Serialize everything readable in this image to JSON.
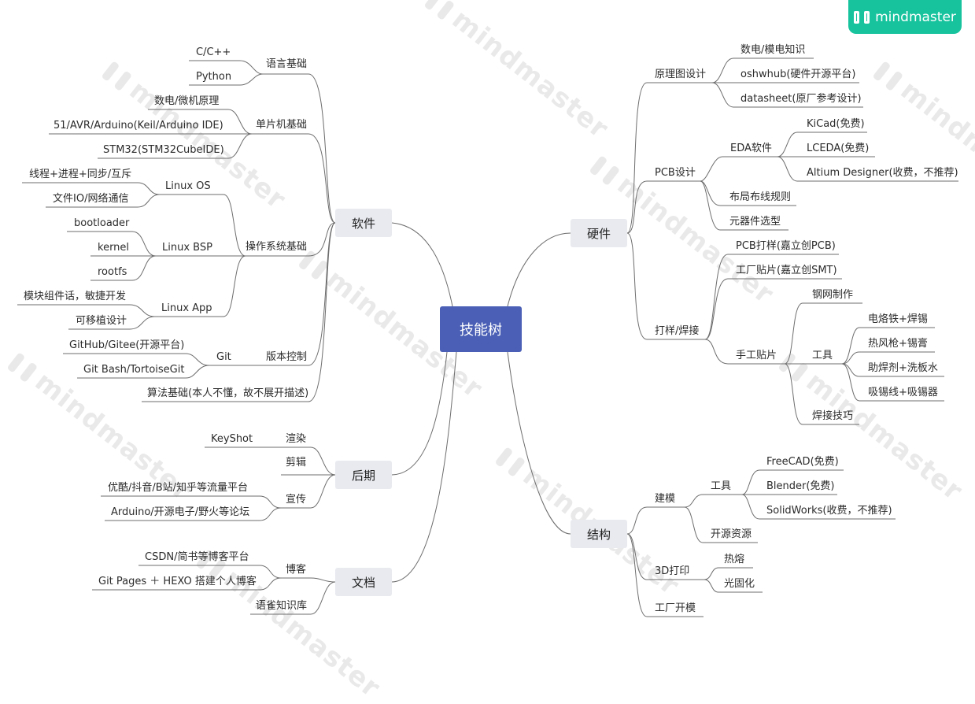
{
  "brand": {
    "name": "mindmaster",
    "accent": "#17c39d"
  },
  "watermark": "mindmaster",
  "root": {
    "label": "技能树",
    "color": "#4a5fb5"
  },
  "branches": {
    "software": {
      "label": "软件",
      "lang": {
        "label": "语言基础",
        "items": [
          "C/C++",
          "Python"
        ]
      },
      "mcu": {
        "label": "单片机基础",
        "items": [
          "数电/微机原理",
          "51/AVR/Arduino(Keil/Arduino IDE)",
          "STM32(STM32CubeIDE)"
        ]
      },
      "os": {
        "label": "操作系统基础",
        "linux_os": {
          "label": "Linux OS",
          "items": [
            "线程+进程+同步/互斥",
            "文件IO/网络通信"
          ]
        },
        "linux_bsp": {
          "label": "Linux BSP",
          "items": [
            "bootloader",
            "kernel",
            "rootfs"
          ]
        },
        "linux_app": {
          "label": "Linux App",
          "items": [
            "模块组件话，敏捷开发",
            "可移植设计"
          ]
        }
      },
      "vcs": {
        "label": "版本控制",
        "git": {
          "label": "Git",
          "items": [
            "GitHub/Gitee(开源平台)",
            "Git Bash/TortoiseGit"
          ]
        }
      },
      "algo": "算法基础(本人不懂，故不展开描述)"
    },
    "post": {
      "label": "后期",
      "render": {
        "label": "渲染",
        "items": [
          "KeyShot"
        ]
      },
      "edit": "剪辑",
      "promo": {
        "label": "宣传",
        "items": [
          "优酷/抖音/B站/知乎等流量平台",
          "Arduino/开源电子/野火等论坛"
        ]
      }
    },
    "docs": {
      "label": "文档",
      "blog": {
        "label": "博客",
        "items": [
          "CSDN/简书等博客平台",
          "Git Pages ＋ HEXO 搭建个人博客"
        ]
      },
      "yuque": "语雀知识库"
    },
    "hardware": {
      "label": "硬件",
      "schematic": {
        "label": "原理图设计",
        "items": [
          "数电/模电知识",
          "oshwhub(硬件开源平台)",
          "datasheet(原厂参考设计)"
        ]
      },
      "pcb": {
        "label": "PCB设计",
        "eda": {
          "label": "EDA软件",
          "items": [
            "KiCad(免费)",
            "LCEDA(免费)",
            "Altium Designer(收费，不推荐)"
          ]
        },
        "items": [
          "布局布线规则",
          "元器件选型"
        ]
      },
      "proto": {
        "label": "打样/焊接",
        "items": [
          "PCB打样(嘉立创PCB)",
          "工厂贴片(嘉立创SMT)"
        ],
        "manual": {
          "label": "手工贴片",
          "stencil": "钢网制作",
          "tools": {
            "label": "工具",
            "items": [
              "电烙铁+焊锡",
              "热风枪+锡膏",
              "助焊剂+洗板水",
              "吸锡线+吸锡器"
            ]
          },
          "skill": "焊接技巧"
        }
      }
    },
    "structure": {
      "label": "结构",
      "modeling": {
        "label": "建模",
        "tools": {
          "label": "工具",
          "items": [
            "FreeCAD(免费)",
            "Blender(免费)",
            "SolidWorks(收费，不推荐)"
          ]
        },
        "opensource": "开源资源"
      },
      "print3d": {
        "label": "3D打印",
        "items": [
          "热熔",
          "光固化"
        ]
      },
      "factory": "工厂开模"
    }
  },
  "colors": {
    "line": "#6d6d6d",
    "main_bg": "#e8eaef",
    "root_text": "#ffffff"
  }
}
